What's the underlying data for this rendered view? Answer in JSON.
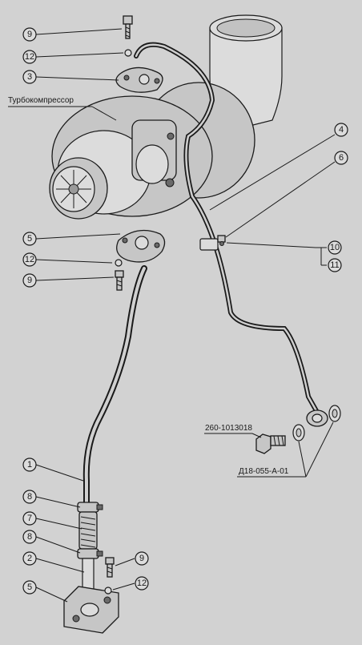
{
  "labels": {
    "turbocharger": "Турбокомпрессор",
    "bolt_part": "260-1013018",
    "washer_part": "Д18-055-А-01"
  },
  "callouts": [
    "9",
    "12",
    "3",
    "4",
    "6",
    "5",
    "10",
    "11",
    "12",
    "9",
    "1",
    "8",
    "7",
    "8",
    "2",
    "9",
    "12",
    "5"
  ]
}
